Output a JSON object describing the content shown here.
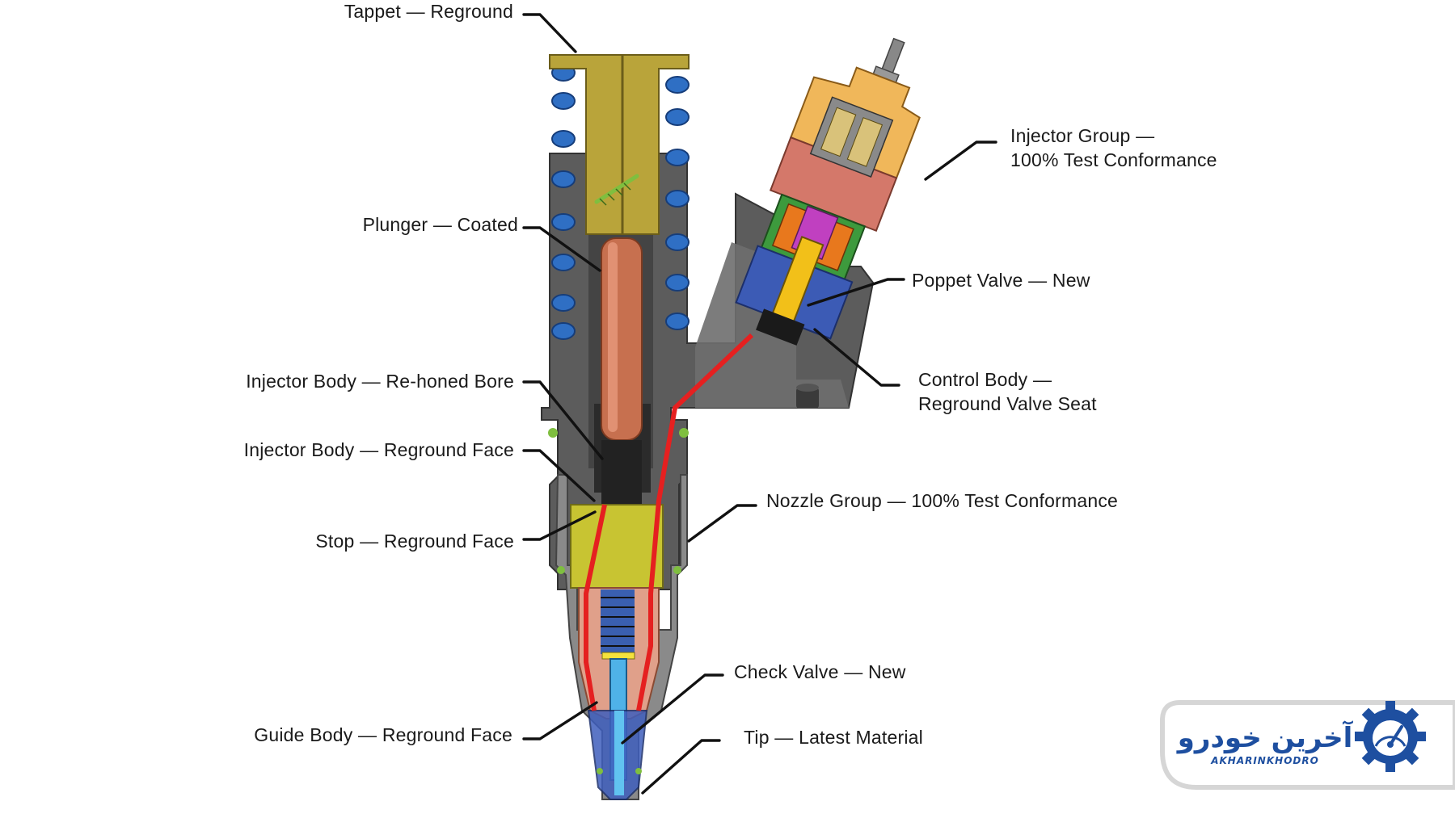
{
  "labels": {
    "tappet": "Tappet — Reground",
    "plunger": "Plunger — Coated",
    "body_bore": "Injector Body — Re-honed Bore",
    "body_face": "Injector Body — Reground Face",
    "stop": "Stop — Reground Face",
    "guide": "Guide Body — Reground Face",
    "injector_group_1": "Injector Group —",
    "injector_group_2": "100% Test Conformance",
    "poppet": "Poppet Valve — New",
    "control_1": "Control Body —",
    "control_2": "Reground Valve Seat",
    "nozzle": "Nozzle Group — 100% Test Conformance",
    "check": "Check Valve — New",
    "tip": "Tip — Latest Material"
  },
  "logo": {
    "name_fa": "آخرین خودرو",
    "name_en": "AKHARINKHODRO",
    "icon": "gear-speedometer-icon"
  },
  "colors": {
    "spring": "#2f6fc4",
    "tappet": "#b9a43a",
    "body": "#5a5a5a",
    "plunger": "#c7704f",
    "fuel_line": "#e52020",
    "nozzle_yellow": "#c8c432",
    "solenoid_orange": "#f0b75a",
    "control_blue": "#3c5bb5",
    "logo_blue": "#1e4fa0"
  }
}
